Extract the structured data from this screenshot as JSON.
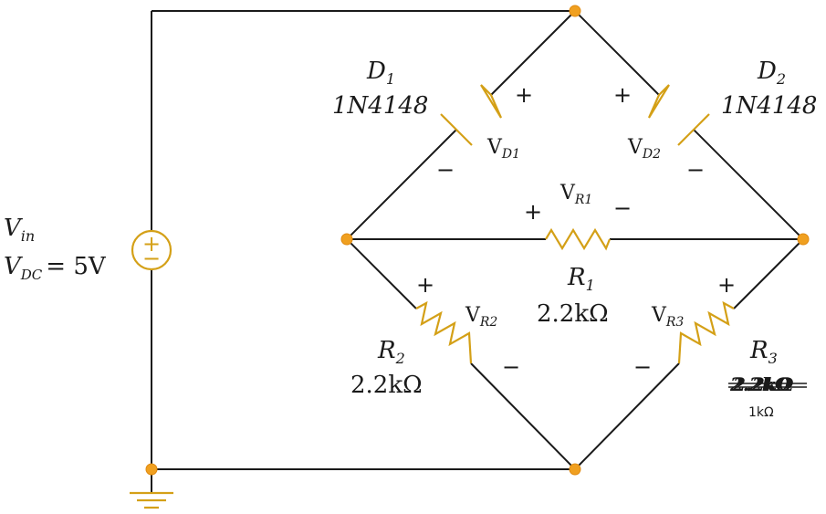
{
  "source": {
    "name_main": "V",
    "name_sub": "in",
    "spec_main": "V",
    "spec_sub": "DC",
    "spec_value": "= 5V",
    "plus": "+",
    "minus": "−"
  },
  "d1": {
    "name_main": "D",
    "name_sub": "1",
    "part": "1N4148",
    "v_main": "V",
    "v_sub": "D1",
    "plus": "+",
    "minus": "−"
  },
  "d2": {
    "name_main": "D",
    "name_sub": "2",
    "part": "1N4148",
    "v_main": "V",
    "v_sub": "D2",
    "plus": "+",
    "minus": "−"
  },
  "r1": {
    "name_main": "R",
    "name_sub": "1",
    "value": "2.2kΩ",
    "v_main": "V",
    "v_sub": "R1",
    "plus": "+",
    "minus": "−"
  },
  "r2": {
    "name_main": "R",
    "name_sub": "2",
    "value": "2.2kΩ",
    "v_main": "V",
    "v_sub": "R2",
    "plus": "+",
    "minus": "−"
  },
  "r3": {
    "name_main": "R",
    "name_sub": "3",
    "value": "2.2kΩ",
    "value_handwritten": "1kΩ",
    "v_main": "V",
    "v_sub": "R3",
    "plus": "+",
    "minus": "−"
  },
  "colors": {
    "wire": "#1a1a1a",
    "component": "#d4a017",
    "node": "#f0a020"
  }
}
